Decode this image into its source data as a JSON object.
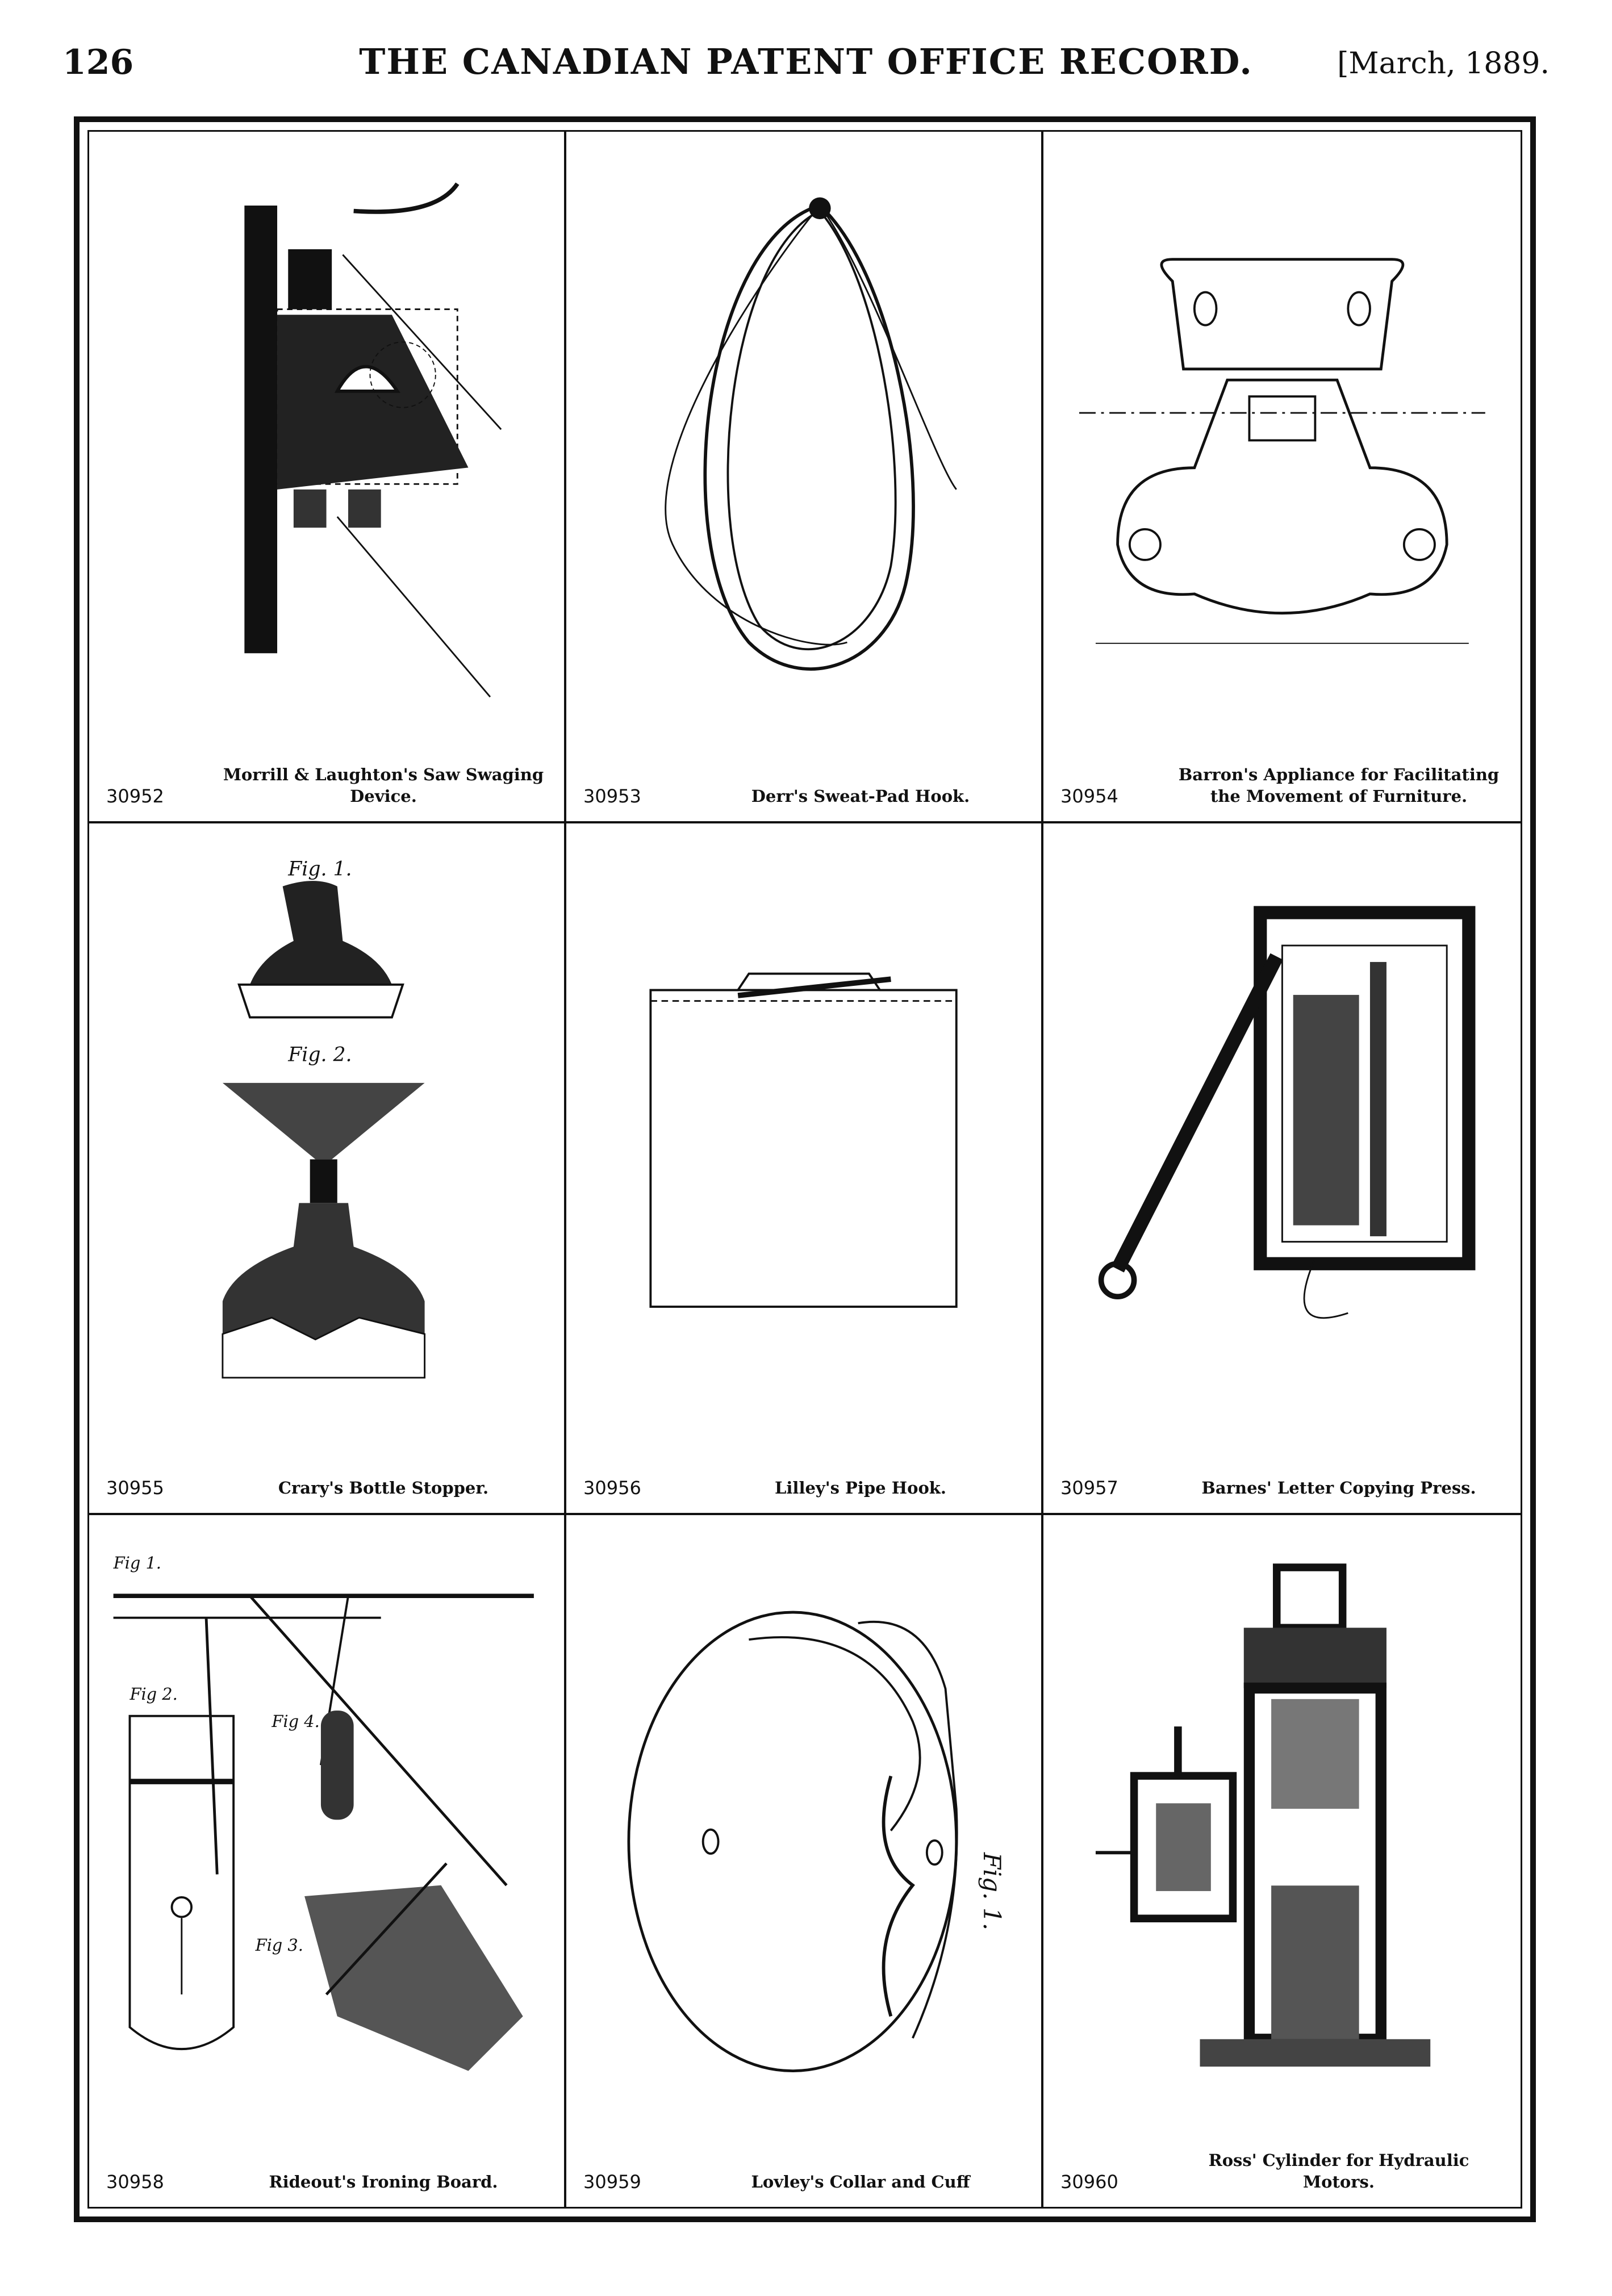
{
  "header": {
    "page_number": "126",
    "title": "THE CANADIAN PATENT OFFICE RECORD.",
    "date": "[March, 1889."
  },
  "patents": [
    {
      "number": "30952",
      "title": "Morrill & Laughton's Saw Swaging Device."
    },
    {
      "number": "30953",
      "title": "Derr's Sweat-Pad Hook."
    },
    {
      "number": "30954",
      "title": "Barron's Appliance for Facilitating the Movement of Furniture."
    },
    {
      "number": "30955",
      "title": "Crary's Bottle Stopper."
    },
    {
      "number": "30956",
      "title": "Lilley's Pipe Hook."
    },
    {
      "number": "30957",
      "title": "Barnes' Letter Copying Press."
    },
    {
      "number": "30958",
      "title": "Rideout's Ironing Board."
    },
    {
      "number": "30959",
      "title": "Lovley's Collar and Cuff"
    },
    {
      "number": "30960",
      "title": "Ross' Cylinder for Hydraulic Motors."
    }
  ],
  "figure_labels": {
    "crary_fig1": "Fig. 1.",
    "crary_fig2": "Fig. 2.",
    "rideout_fig1": "Fig 1.",
    "rideout_fig2": "Fig 2.",
    "rideout_fig3": "Fig 3.",
    "rideout_fig4": "Fig 4.",
    "lovley_fig1": "Fig. 1."
  }
}
